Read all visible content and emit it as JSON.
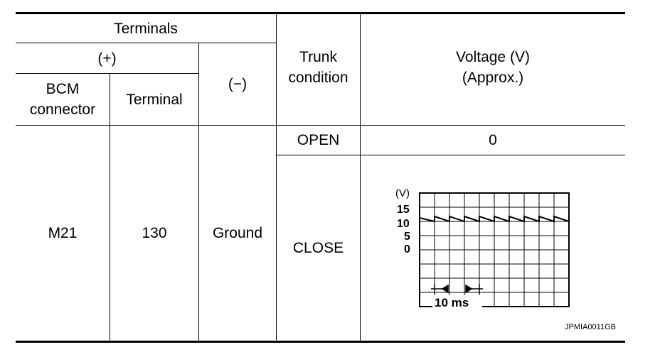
{
  "table": {
    "header": {
      "terminals": "Terminals",
      "plus": "(+)",
      "minus": "(−)",
      "bcm_connector": "BCM\nconnector",
      "terminal": "Terminal",
      "trunk_condition": "Trunk\ncondition",
      "voltage": "Voltage (V)\n(Approx.)"
    },
    "row": {
      "connector": "M21",
      "terminal": "130",
      "minus": "Ground",
      "open_condition": "OPEN",
      "open_voltage": "0",
      "close_condition": "CLOSE"
    }
  },
  "waveform": {
    "unit_label": "(V)",
    "y_labels": [
      "15",
      "10",
      "5",
      "0"
    ],
    "time_label": "10 ms",
    "figure_code": "JPMIA0011GB"
  }
}
